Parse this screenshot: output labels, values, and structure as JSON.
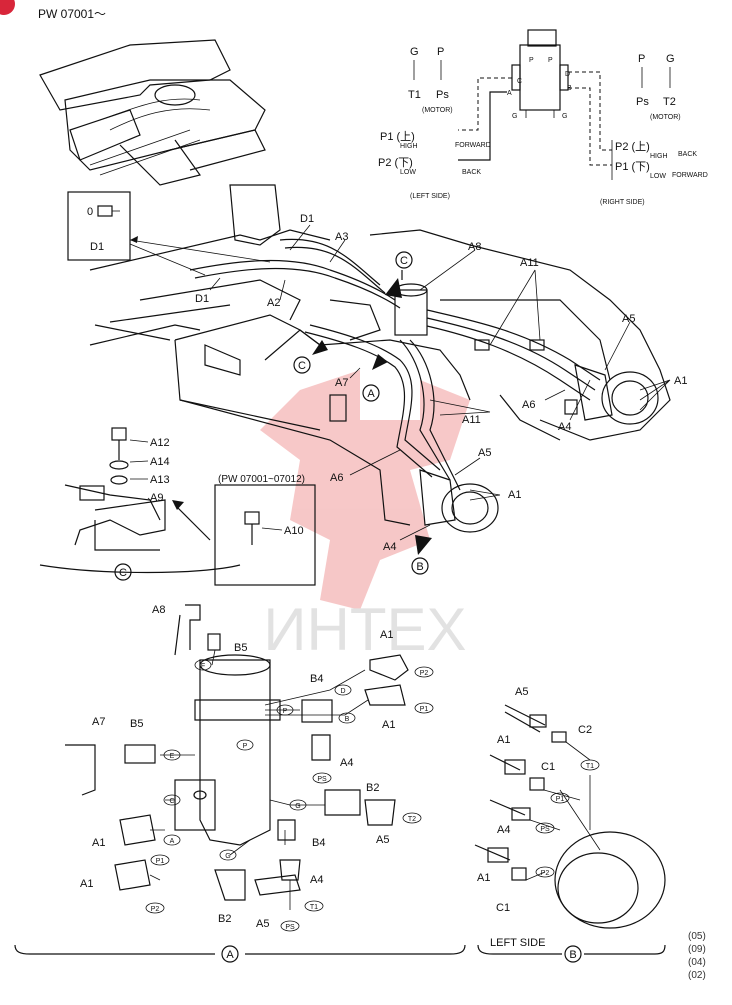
{
  "header": {
    "serial": "PW 07001～"
  },
  "watermark": {
    "text": "ИНТЕХ",
    "color": "#e23a3a"
  },
  "accent": {
    "badge": "#d8263a"
  },
  "schematic": {
    "left_ports": {
      "g": "G",
      "p": "P",
      "t1": "T1",
      "ps": "Ps",
      "motor": "(MOTOR)"
    },
    "right_ports": {
      "p": "P",
      "g": "G",
      "ps": "Ps",
      "t2": "T2",
      "motor": "(MOTOR)"
    },
    "left_side": {
      "p1": "P1 (上)",
      "p1_sub": "HIGH",
      "p1_dir": "FORWARD",
      "p2": "P2 (下)",
      "p2_sub": "LOW",
      "p2_dir": "BACK",
      "caption": "(LEFT SIDE)"
    },
    "right_side": {
      "p2": "P2 (上)",
      "p2_sub": "HIGH",
      "p2_dir": "BACK",
      "p1": "P1 (下)",
      "p1_sub": "LOW",
      "p1_dir": "FORWARD",
      "caption": "(RIGHT SIDE)"
    },
    "joint_letters": {
      "c": "C",
      "a": "A",
      "g_l": "G",
      "d": "D",
      "b": "B",
      "g_r": "G",
      "p_l": "P",
      "p_r": "P"
    }
  },
  "main_view": {
    "labels": {
      "d1_top": "D1",
      "d1_box": "D1",
      "d1_left": "D1",
      "zero": "0",
      "a3": "A3",
      "a8": "A8",
      "a2": "A2",
      "a11_top": "A11",
      "a5_right": "A5",
      "a1_right": "A1",
      "a6_right": "A6",
      "a4_right": "A4",
      "a7": "A7",
      "a11_mid": "A11",
      "a5_mid": "A5",
      "a1_mid": "A1",
      "a6_mid": "A6",
      "a4_mid": "A4"
    },
    "callouts": {
      "c_top": "C",
      "c_left": "C",
      "a": "A",
      "b": "B"
    }
  },
  "detail_c": {
    "labels": {
      "a12": "A12",
      "a14": "A14",
      "a13": "A13",
      "a9": "A9"
    },
    "caption": "C"
  },
  "detail_pw": {
    "range": "(PW 07001~07012)",
    "label": "A10"
  },
  "detail_a": {
    "labels": {
      "a8": "A8",
      "b5_top": "B5",
      "a1_top": "A1",
      "b4_top": "B4",
      "a1_mid": "A1",
      "a7": "A7",
      "b5_left": "B5",
      "a4_right": "A4",
      "b2_right": "B2",
      "a5_right": "A5",
      "b4_bot": "B4",
      "a1_l1": "A1",
      "a1_l2": "A1",
      "a4_bot": "A4",
      "b2_bot": "B2",
      "a5_bot": "A5"
    },
    "tags": {
      "f": "F",
      "p_a": "P",
      "p_b": "P",
      "e": "E",
      "c": "C",
      "a": "A",
      "g_a": "G",
      "g_b": "G",
      "d": "D",
      "b": "B",
      "p2_top": "P2",
      "p1_top": "P1",
      "ps_mid": "PS",
      "t2": "T2",
      "p1_left": "P1",
      "p2_left": "P2",
      "t1": "T1",
      "ps_bot": "PS"
    },
    "caption": "A"
  },
  "detail_b": {
    "labels": {
      "a5": "A5",
      "c2": "C2",
      "a1_top": "A1",
      "c1_top": "C1",
      "a4": "A4",
      "a1_bot": "A1",
      "c1_bot": "C1"
    },
    "tags": {
      "t1": "T1",
      "p1": "P1",
      "ps": "PS",
      "p2": "P2"
    },
    "title": "LEFT SIDE",
    "caption": "B"
  },
  "page_codes": [
    "(05)",
    "(09)",
    "(04)",
    "(02)"
  ]
}
